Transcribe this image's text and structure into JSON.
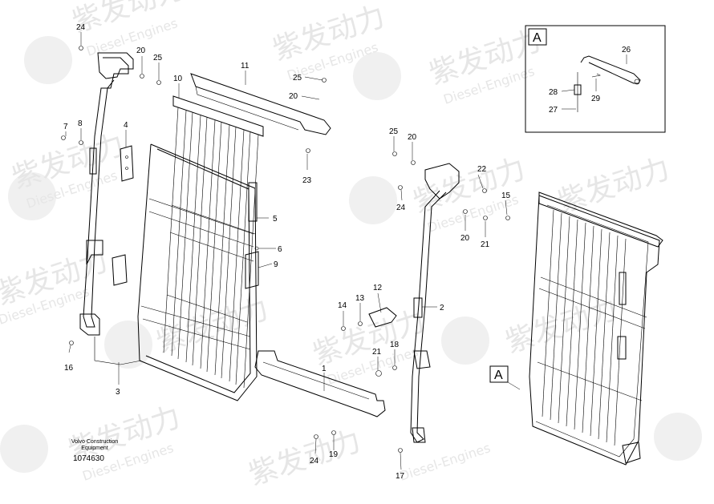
{
  "watermark": {
    "brand": "紫发动力",
    "sub": "Diesel-Engines"
  },
  "caption": {
    "line1": "Volvo Construction",
    "line2": "Equipment",
    "ref": "1074630"
  },
  "detail_box": {
    "letter": "A"
  },
  "callout_a": "A",
  "labels": {
    "l1": "1",
    "l2": "2",
    "l3": "3",
    "l4": "4",
    "l5": "5",
    "l6": "6",
    "l7": "7",
    "l8": "8",
    "l9": "9",
    "l10": "10",
    "l11": "11",
    "l12": "12",
    "l13": "13",
    "l14": "14",
    "l15": "15",
    "l16": "16",
    "l17": "17",
    "l18": "18",
    "l19": "19",
    "l20a": "20",
    "l20b": "20",
    "l20c": "20",
    "l20d": "20",
    "l21a": "21",
    "l21b": "21",
    "l22": "22",
    "l23": "23",
    "l24a": "24",
    "l24b": "24",
    "l24c": "24",
    "l25a": "25",
    "l25b": "25",
    "l25c": "25",
    "l26": "26",
    "l27": "27",
    "l28": "28",
    "l29": "29"
  }
}
